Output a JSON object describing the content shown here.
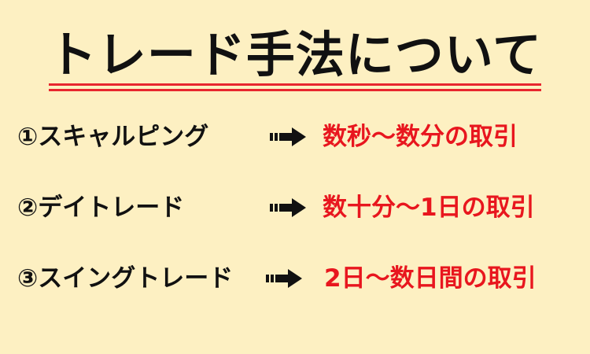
{
  "title": "トレード手法について",
  "items": [
    {
      "label": "①スキャルピング",
      "result": "数秒〜数分の取引"
    },
    {
      "label": "②デイトレード",
      "result": "数十分〜1日の取引"
    },
    {
      "label": "③スイングトレード",
      "result": "2日〜数日間の取引"
    }
  ],
  "colors": {
    "background": "#fdf0c2",
    "accent": "#e8161e",
    "text": "#111111"
  },
  "icons": {
    "arrow": "right-arrow-icon"
  }
}
